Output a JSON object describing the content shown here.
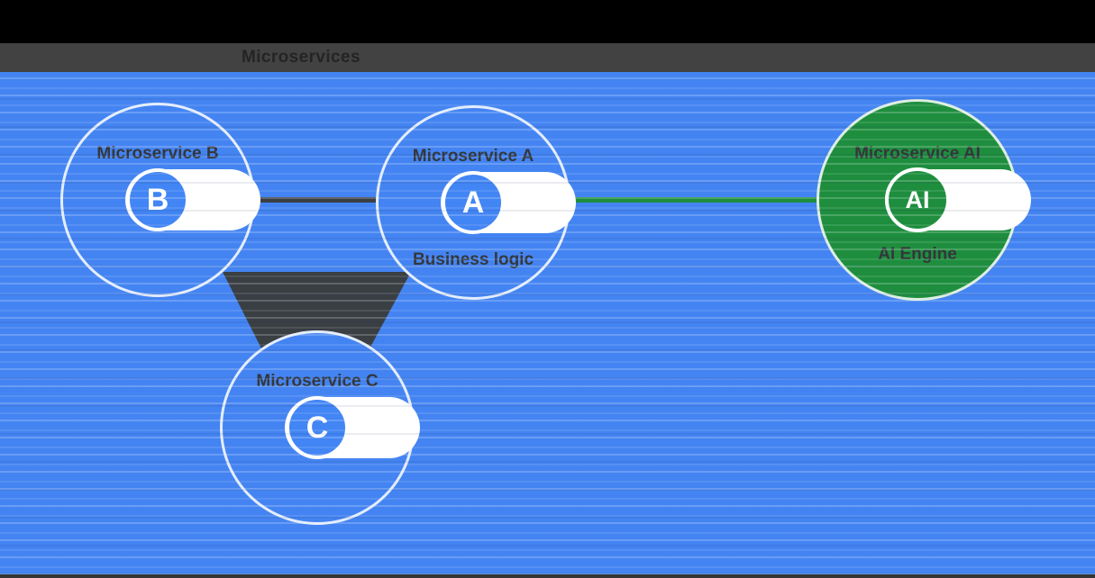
{
  "header": {
    "title": "Microservices"
  },
  "nodes": {
    "b": {
      "label": "Microservice B",
      "badge": "B"
    },
    "a": {
      "label": "Microservice A",
      "badge": "A",
      "sublabel": "Business logic"
    },
    "c": {
      "label": "Microservice C",
      "badge": "C"
    },
    "ai": {
      "label": "Microservice AI",
      "badge": "AI",
      "sublabel": "AI Engine"
    }
  },
  "connectors": [
    {
      "id": "b-a",
      "from": "Microservice B",
      "to": "Microservice A",
      "style": "dark-line"
    },
    {
      "id": "a-ai",
      "from": "Microservice A",
      "to": "Microservice AI",
      "style": "green-line"
    },
    {
      "id": "ba-to-c",
      "from": "Microservice B / Microservice A",
      "to": "Microservice C",
      "style": "dark-funnel"
    }
  ],
  "colors": {
    "canvas_blue": "#4484F2",
    "node_blue": "#4285F4",
    "node_green": "#1E8E3E",
    "connector_dark": "#3A3F44",
    "label_dark": "#33373B",
    "chrome_black": "#000000",
    "chrome_gray": "#424242",
    "band_white": "#FFFFFF"
  }
}
